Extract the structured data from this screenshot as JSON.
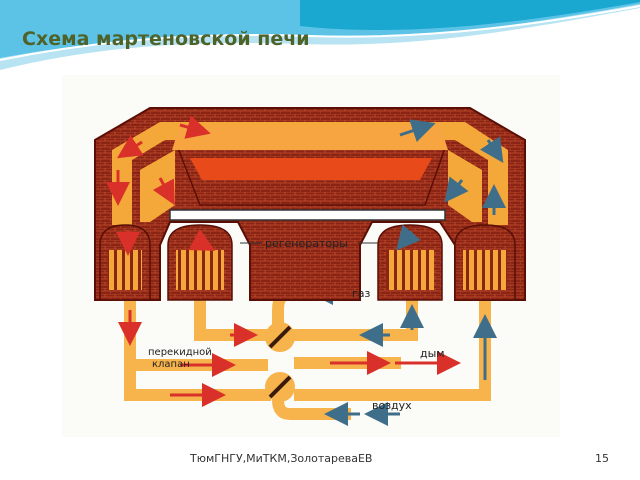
{
  "slide": {
    "title": "Схема мартеновской печи",
    "footer_text": "ТюмГНГУ,МиТКМ,ЗолотареваЕВ",
    "page_number": "15"
  },
  "diagram": {
    "labels": {
      "regenerators": "регенераторы",
      "gas": "газ",
      "valve_line1": "перекидной",
      "valve_line2": "клапан",
      "smoke": "дым",
      "air": "воздух"
    }
  },
  "colors": {
    "title": "#4f6228",
    "brick": "#7d1e12",
    "brick_outline": "#5a0f06",
    "flue": "#f5a83a",
    "duct": "#f7b44c",
    "melt": "#e84a1a",
    "hot_arrow": "#d9302a",
    "cold_arrow": "#3f6e8a",
    "header_wave": "#1aa7d0"
  }
}
